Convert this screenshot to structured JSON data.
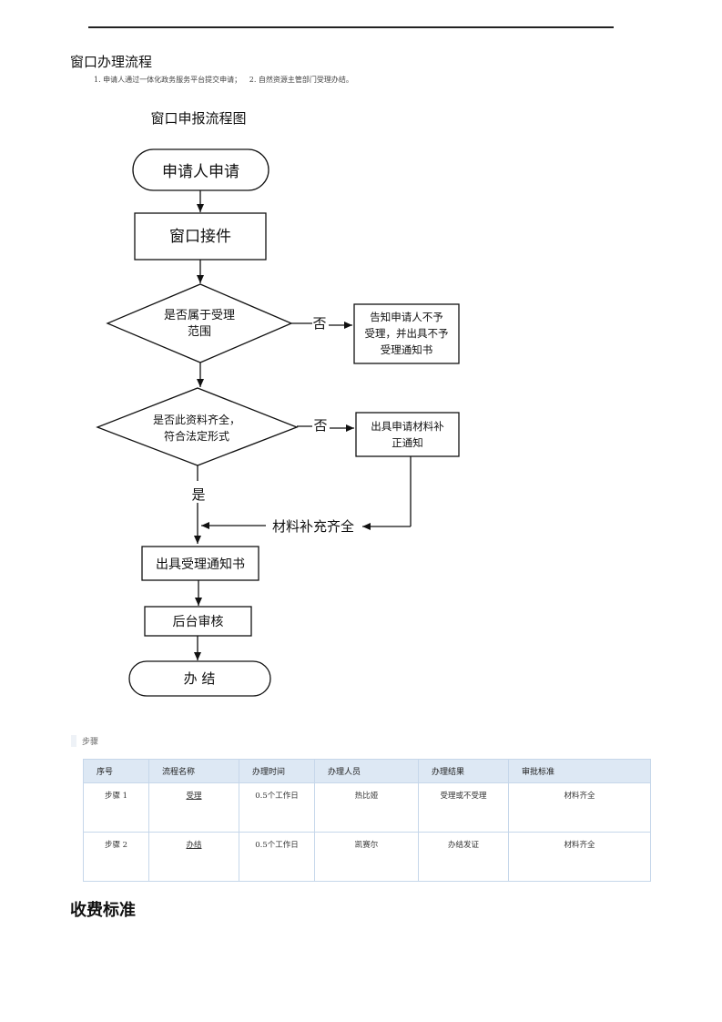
{
  "section1_title": "窗口办理流程",
  "intro": {
    "item1": "1. 申请人通过一体化政务服务平台提交申请；",
    "item2": "2. 自然资源主管部门受理办结。"
  },
  "flowchart": {
    "title": "窗口申报流程图",
    "start": "申请人申请",
    "receive": "窗口接件",
    "decision1_line1": "是否属于受理",
    "decision1_line2": "范围",
    "no1": "否",
    "reject_line1": "告知申请人不予",
    "reject_line2": "受理，并出具不予",
    "reject_line3": "受理通知书",
    "decision2_line1": "是否此资料齐全，",
    "decision2_line2": "符合法定形式",
    "no2": "否",
    "supplement_line1": "出具申请材料补",
    "supplement_line2": "正通知",
    "yes": "是",
    "materials_complete": "材料补充齐全",
    "accept_notice": "出具受理通知书",
    "review": "后台审核",
    "end": "办 结"
  },
  "steps_label": "步骤",
  "steps_table": {
    "headers": [
      "序号",
      "流程名称",
      "办理时间",
      "办理人员",
      "办理结果",
      "审批标准"
    ],
    "rows": [
      [
        "步骤 1",
        "受理",
        "0.5个工作日",
        "热比娅",
        "受理或不受理",
        "材料齐全"
      ],
      [
        "步骤 2",
        "办结",
        "0.5个工作日",
        "凯赛尔",
        "办结发证",
        "材料齐全"
      ]
    ]
  },
  "section2_title": "收费标准"
}
